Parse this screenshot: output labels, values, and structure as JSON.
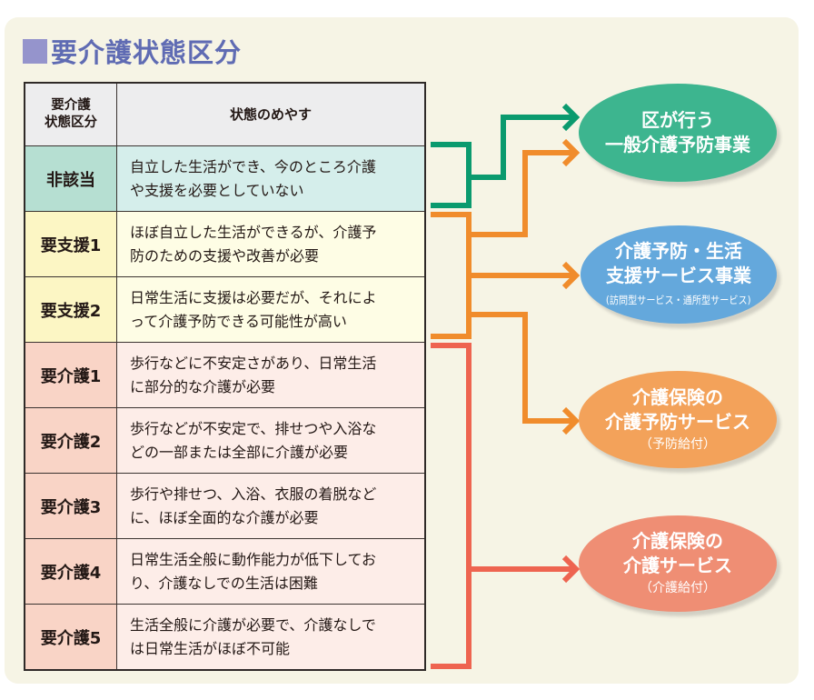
{
  "title": "要介護状態区分",
  "table": {
    "header": {
      "level_lines": [
        "要介護",
        "状態区分"
      ],
      "description": "状態のめやす"
    },
    "rows": [
      {
        "level": "非該当",
        "group": "none",
        "lines": [
          "自立した生活ができ、今のところ介護",
          "や支援を必要としていない"
        ]
      },
      {
        "level": "要支援1",
        "group": "support",
        "lines": [
          "ほぼ自立した生活ができるが、介護予",
          "防のための支援や改善が必要"
        ]
      },
      {
        "level": "要支援2",
        "group": "support",
        "lines": [
          "日常生活に支援は必要だが、それによ",
          "って介護予防できる可能性が高い"
        ]
      },
      {
        "level": "要介護1",
        "group": "care",
        "lines": [
          "歩行などに不安定さがあり、日常生活",
          "に部分的な介護が必要"
        ]
      },
      {
        "level": "要介護2",
        "group": "care",
        "lines": [
          "歩行などが不安定で、排せつや入浴な",
          "どの一部または全部に介護が必要"
        ]
      },
      {
        "level": "要介護3",
        "group": "care",
        "lines": [
          "歩行や排せつ、入浴、衣服の着脱など",
          "に、ほぼ全面的な介護が必要"
        ]
      },
      {
        "level": "要介護4",
        "group": "care",
        "lines": [
          "日常生活全般に動作能力が低下してお",
          "り、介護なしでの生活は困難"
        ]
      },
      {
        "level": "要介護5",
        "group": "care",
        "lines": [
          "生活全般に介護が必要で、介護なしで",
          "は日常生活がほぼ不可能"
        ]
      }
    ]
  },
  "services": [
    {
      "id": "general-prevention",
      "lines": [
        "区が行う",
        "一般介護予防事業"
      ],
      "note": null,
      "color": "#3db58f"
    },
    {
      "id": "life-support",
      "lines": [
        "介護予防・生活",
        "支援サービス事業"
      ],
      "note": "(訪問型サービス・通所型サービス)",
      "color": "#64a8dc"
    },
    {
      "id": "preventive-benefit",
      "lines": [
        "介護保険の",
        "介護予防サービス"
      ],
      "note": "（予防給付）",
      "color": "#f3a25a"
    },
    {
      "id": "care-benefit",
      "lines": [
        "介護保険の",
        "介護サービス"
      ],
      "note": "（介護給付）",
      "color": "#ef8e74"
    }
  ],
  "connections": [
    {
      "from": "非該当",
      "to": [
        "general-prevention"
      ],
      "color": "#0a9a6e"
    },
    {
      "from": [
        "要支援1",
        "要支援2"
      ],
      "to": [
        "general-prevention",
        "life-support",
        "preventive-benefit"
      ],
      "color": "#f08c2c"
    },
    {
      "from": [
        "要介護1",
        "要介護2",
        "要介護3",
        "要介護4",
        "要介護5"
      ],
      "to": [
        "care-benefit"
      ],
      "color": "#ee6450"
    }
  ],
  "colors": {
    "panel": "#f6f4e5",
    "title": "#5f6bb3",
    "title_square": "#9594cc"
  }
}
